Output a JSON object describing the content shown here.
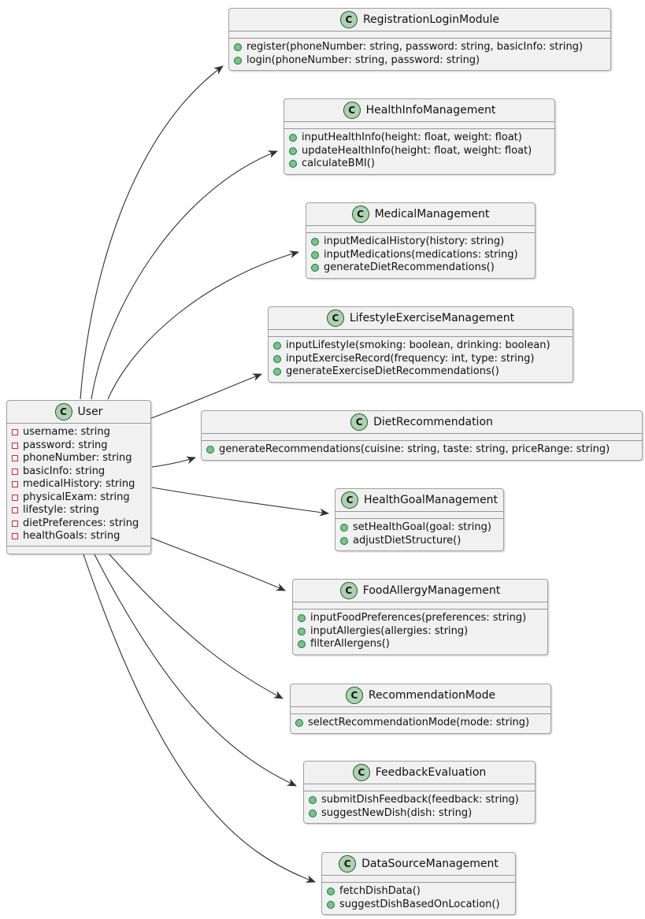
{
  "class_letter": "C",
  "style": {
    "background": "#FFFFFF",
    "class_fill": "#F1F1F1",
    "class_border": "#A0A0A0",
    "class_circle_fill": "#ADD1B2",
    "class_circle_border": "#1E5C1E",
    "public_method_icon_fill": "#84BE84",
    "public_method_icon_border": "#038048",
    "private_field_icon_border": "#C82930",
    "arrow_color": "#303030"
  },
  "classes": [
    {
      "name": "User",
      "attributes": [
        "username: string",
        "password: string",
        "phoneNumber: string",
        "basicInfo: string",
        "medicalHistory: string",
        "physicalExam: string",
        "lifestyle: string",
        "dietPreferences: string",
        "healthGoals: string"
      ],
      "methods": []
    },
    {
      "name": "RegistrationLoginModule",
      "attributes": [],
      "methods": [
        "register(phoneNumber: string, password: string, basicInfo: string)",
        "login(phoneNumber: string, password: string)"
      ]
    },
    {
      "name": "HealthInfoManagement",
      "attributes": [],
      "methods": [
        "inputHealthInfo(height: float, weight: float)",
        "updateHealthInfo(height: float, weight: float)",
        "calculateBMI()"
      ]
    },
    {
      "name": "MedicalManagement",
      "attributes": [],
      "methods": [
        "inputMedicalHistory(history: string)",
        "inputMedications(medications: string)",
        "generateDietRecommendations()"
      ]
    },
    {
      "name": "LifestyleExerciseManagement",
      "attributes": [],
      "methods": [
        "inputLifestyle(smoking: boolean, drinking: boolean)",
        "inputExerciseRecord(frequency: int, type: string)",
        "generateExerciseDietRecommendations()"
      ]
    },
    {
      "name": "DietRecommendation",
      "attributes": [],
      "methods": [
        "generateRecommendations(cuisine: string, taste: string, priceRange: string)"
      ]
    },
    {
      "name": "HealthGoalManagement",
      "attributes": [],
      "methods": [
        "setHealthGoal(goal: string)",
        "adjustDietStructure()"
      ]
    },
    {
      "name": "FoodAllergyManagement",
      "attributes": [],
      "methods": [
        "inputFoodPreferences(preferences: string)",
        "inputAllergies(allergies: string)",
        "filterAllergens()"
      ]
    },
    {
      "name": "RecommendationMode",
      "attributes": [],
      "methods": [
        "selectRecommendationMode(mode: string)"
      ]
    },
    {
      "name": "FeedbackEvaluation",
      "attributes": [],
      "methods": [
        "submitDishFeedback(feedback: string)",
        "suggestNewDish(dish: string)"
      ]
    },
    {
      "name": "DataSourceManagement",
      "attributes": [],
      "methods": [
        "fetchDishData()",
        "suggestDishBasedOnLocation()"
      ]
    }
  ],
  "associations": [
    {
      "from": "User",
      "to": "RegistrationLoginModule"
    },
    {
      "from": "User",
      "to": "HealthInfoManagement"
    },
    {
      "from": "User",
      "to": "MedicalManagement"
    },
    {
      "from": "User",
      "to": "LifestyleExerciseManagement"
    },
    {
      "from": "User",
      "to": "DietRecommendation"
    },
    {
      "from": "User",
      "to": "HealthGoalManagement"
    },
    {
      "from": "User",
      "to": "FoodAllergyManagement"
    },
    {
      "from": "User",
      "to": "RecommendationMode"
    },
    {
      "from": "User",
      "to": "FeedbackEvaluation"
    },
    {
      "from": "User",
      "to": "DataSourceManagement"
    }
  ]
}
